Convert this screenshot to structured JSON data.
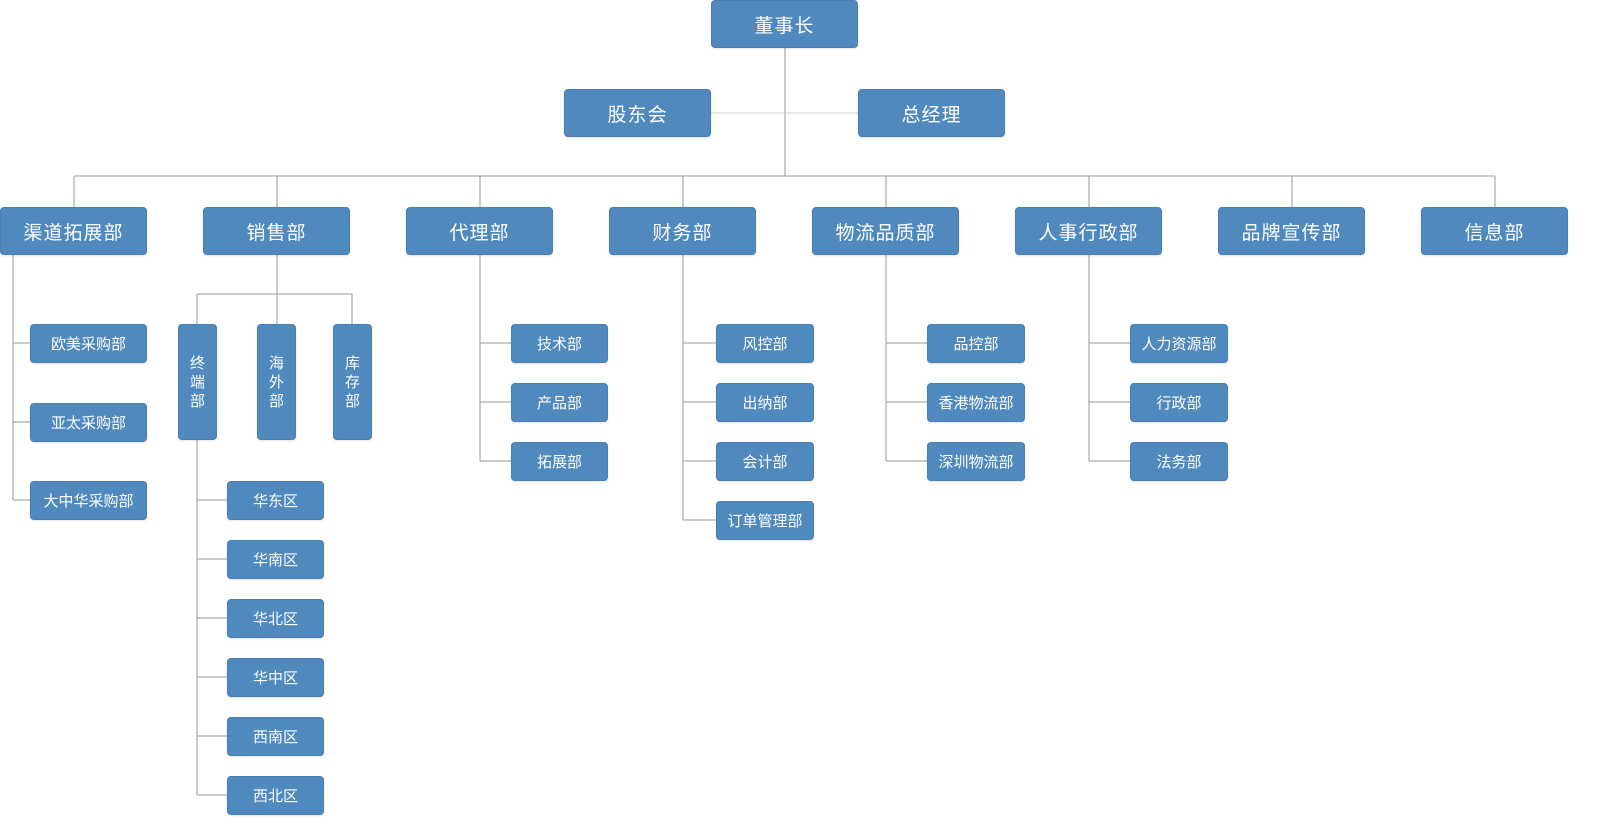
{
  "chairman": "董事长",
  "shareholders": "股东会",
  "general_manager": "总经理",
  "departments": {
    "channel": {
      "label": "渠道拓展部",
      "subs": [
        "欧美采购部",
        "亚太采购部",
        "大中华采购部"
      ]
    },
    "sales": {
      "label": "销售部",
      "groups": [
        "终端部",
        "海外部",
        "库存部"
      ],
      "regions": [
        "华东区",
        "华南区",
        "华北区",
        "华中区",
        "西南区",
        "西北区"
      ]
    },
    "agency": {
      "label": "代理部",
      "subs": [
        "技术部",
        "产品部",
        "拓展部"
      ]
    },
    "finance": {
      "label": "财务部",
      "subs": [
        "风控部",
        "出纳部",
        "会计部",
        "订单管理部"
      ]
    },
    "logistics": {
      "label": "物流品质部",
      "subs": [
        "品控部",
        "香港物流部",
        "深圳物流部"
      ]
    },
    "hr": {
      "label": "人事行政部",
      "subs": [
        "人力资源部",
        "行政部",
        "法务部"
      ]
    },
    "brand": {
      "label": "品牌宣传部"
    },
    "info": {
      "label": "信息部"
    }
  },
  "colors": {
    "box_fill": "#4f89bd",
    "box_text": "#ffffff",
    "connector": "#999999"
  }
}
